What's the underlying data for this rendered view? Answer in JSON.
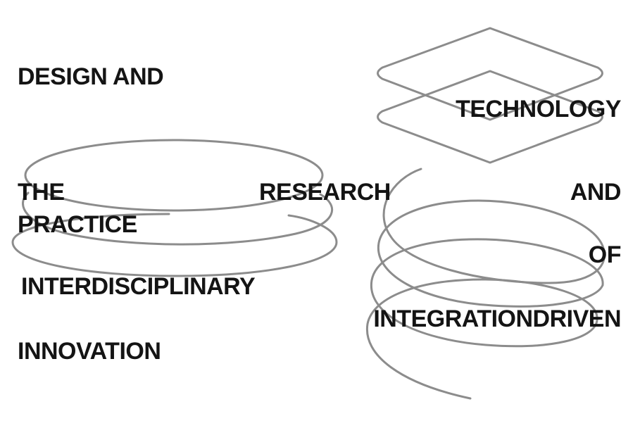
{
  "words": {
    "line1": "DESIGN AND",
    "line2": "TECHNOLOGY",
    "line3a": "THE",
    "line3b": "RESEARCH",
    "line3c": "AND",
    "line4": "PRACTICE",
    "line5": "OF",
    "line6": "INTERDISCIPLINARY",
    "line7": "INTEGRATIONDRIVEN",
    "line8": "INNOVATION"
  },
  "colors": {
    "background": "#ffffff",
    "text": "#141414",
    "line_art": "#8c8c8c"
  },
  "decorations": [
    "stacked-diamonds",
    "stacked-ellipses",
    "spiral-coil"
  ]
}
